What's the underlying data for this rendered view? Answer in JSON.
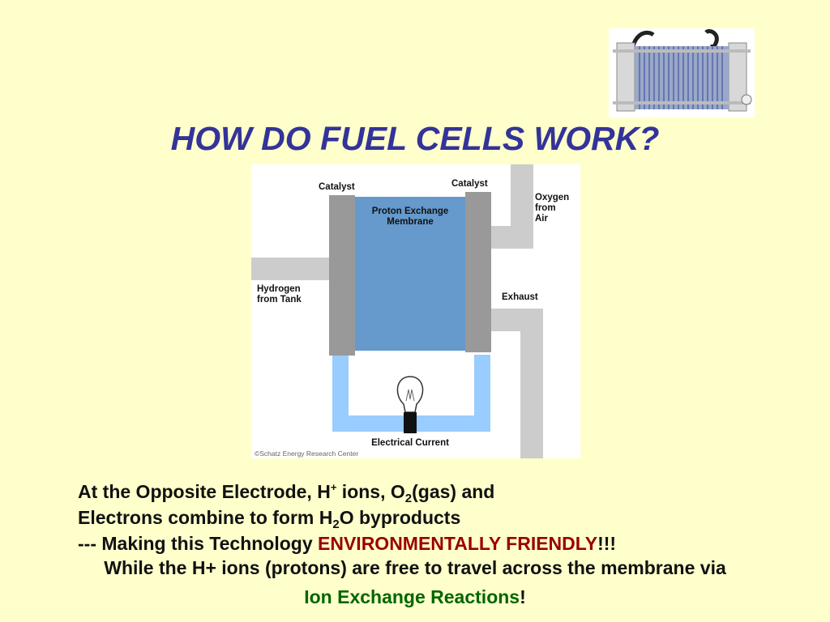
{
  "title": "HOW DO FUEL CELLS WORK?",
  "diagram": {
    "label_catalyst_left": "Catalyst",
    "label_catalyst_right": "Catalyst",
    "label_membrane_1": "Proton Exchange",
    "label_membrane_2": "Membrane",
    "label_oxygen_1": "Oxygen",
    "label_oxygen_2": "from",
    "label_oxygen_3": "Air",
    "label_hydrogen_1": "Hydrogen",
    "label_hydrogen_2": "from Tank",
    "label_exhaust": "Exhaust",
    "label_current": "Electrical Current",
    "copyright": "©Schatz Energy Research Center"
  },
  "body": {
    "line1_a": "At the Opposite Electrode, H",
    "line1_sup": "+",
    "line1_b": " ions, O",
    "line1_sub": "2",
    "line1_c": "(gas) and",
    "line2_a": "Electrons combine to form H",
    "line2_sub": "2",
    "line2_b": "O byproducts",
    "line3_a": "--- Making this Technology ",
    "line3_highlight": "ENVIRONMENTALLY FRIENDLY",
    "line3_b": "!!!",
    "line4": "While the H+ ions (protons) are free to travel across the membrane via",
    "line5_highlight": "Ion Exchange Reactions",
    "line5_b": "!"
  },
  "colors": {
    "background": "#ffffcc",
    "title": "#333399",
    "highlight_red": "#990000",
    "highlight_green": "#006600",
    "membrane": "#6699cc",
    "circuit": "#99ccff",
    "pipe": "#cccccc",
    "catalyst": "#999999"
  },
  "icons": [
    "fuel-cell-photo",
    "light-bulb-icon"
  ]
}
